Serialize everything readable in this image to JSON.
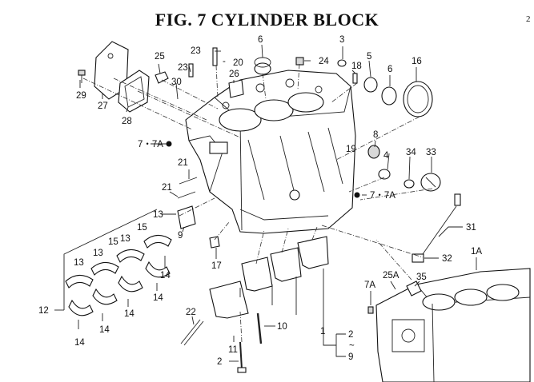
{
  "figure": {
    "title": "FIG.  7  CYLINDER BLOCK",
    "page_mark": "2"
  },
  "callouts": {
    "c1": "1",
    "c1a": "1A",
    "c2a": "2",
    "c2b": "2",
    "c3": "3",
    "c4": "4",
    "c5": "5",
    "c6a": "6",
    "c6b": "6",
    "c77a_1": "7・7A",
    "c77a_2": "7・7A",
    "c7a": "7A",
    "c8": "8",
    "c9a": "9",
    "c9b": "9",
    "c10": "10",
    "c11": "11",
    "c12": "12",
    "c13a": "13",
    "c13b": "13",
    "c13c": "13",
    "c13d": "13",
    "c14a": "14",
    "c14b": "14",
    "c14c": "14",
    "c14d": "14",
    "c14e": "14",
    "c15a": "15",
    "c15b": "15",
    "c16": "16",
    "c17": "17",
    "c18": "18",
    "c19": "19",
    "c20": "20",
    "c21a": "21",
    "c21b": "21",
    "c22": "22",
    "c23a": "23",
    "c23b": "23",
    "c24": "24",
    "c25": "25",
    "c25a": "25A",
    "c26": "26",
    "c27": "27",
    "c28": "28",
    "c29": "29",
    "c30": "30",
    "c31": "31",
    "c32": "32",
    "c33": "33",
    "c34": "34",
    "c35": "35",
    "tilde": "~"
  }
}
